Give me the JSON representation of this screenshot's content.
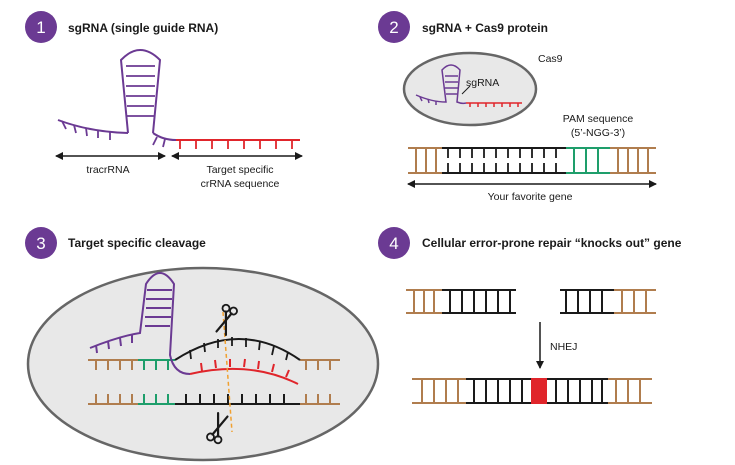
{
  "colors": {
    "purple": "#6b3a93",
    "red": "#e0252b",
    "brown": "#b07d4e",
    "black": "#1a1a1a",
    "green": "#1e9e6b",
    "oval_fill": "#e8e8e8",
    "oval_stroke": "#666666",
    "orange": "#f0a030",
    "repair": "#e0252b"
  },
  "panels": [
    {
      "number": "1",
      "title": "sgRNA (single guide RNA)"
    },
    {
      "number": "2",
      "title": "sgRNA + Cas9 protein"
    },
    {
      "number": "3",
      "title": "Target specific cleavage"
    },
    {
      "number": "4",
      "title": "Cellular error-prone repair “knocks out” gene"
    }
  ],
  "panel1": {
    "tracr_label": "tracrRNA",
    "target_label_line1": "Target specific",
    "target_label_line2": "crRNA sequence"
  },
  "panel2": {
    "cas9_label": "Cas9",
    "sgrna_label": "sgRNA",
    "pam_label_line1": "PAM sequence",
    "pam_label_line2": "(5’-NGG-3’)",
    "gene_label": "Your favorite gene"
  },
  "panel4": {
    "nhej_label": "NHEJ"
  },
  "icons": [
    "scissors-icon",
    "arrow-down-icon",
    "double-arrow-icon"
  ]
}
